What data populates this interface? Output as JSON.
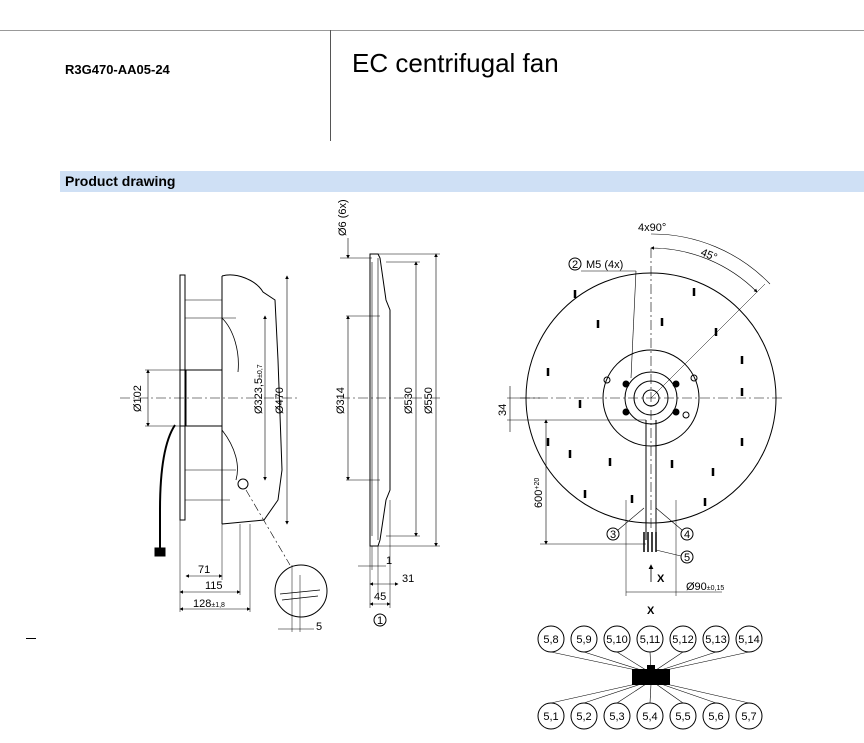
{
  "header": {
    "model": "R3G470-AA05-24",
    "title": "EC centrifugal fan"
  },
  "section": {
    "label": "Product drawing"
  },
  "side_view": {
    "d102": "Ø102",
    "d323": "Ø323,5",
    "d323_tol": "±0,7",
    "d470": "Ø470",
    "dim71": "71",
    "dim115": "115",
    "dim128": "128",
    "dim128_tol": "±1,8",
    "dim5": "5"
  },
  "section_view": {
    "d6": "Ø6 (6x)",
    "d314": "Ø314",
    "d530": "Ø530",
    "d550": "Ø550",
    "dim1": "1",
    "dim31": "31",
    "dim45": "45",
    "marker1": "1"
  },
  "front_view": {
    "angle_4x90": "4x90°",
    "angle_45": "45°",
    "m5_marker": "2",
    "m5": "M5 (4x)",
    "dim34": "34",
    "dim600": "600",
    "dim600_tol": "+20",
    "marker3": "3",
    "marker4": "4",
    "marker5": "5",
    "x_label": "X",
    "d90": "Ø90",
    "d90_tol": "±0,15"
  },
  "connector": {
    "title": "X",
    "top_pins": [
      "5,8",
      "5,9",
      "5,10",
      "5,11",
      "5,12",
      "5,13",
      "5,14"
    ],
    "bottom_pins": [
      "5,1",
      "5,2",
      "5,3",
      "5,4",
      "5,5",
      "5,6",
      "5,7"
    ]
  },
  "colors": {
    "section_bg": "#cfe0f5",
    "line": "#000000"
  }
}
